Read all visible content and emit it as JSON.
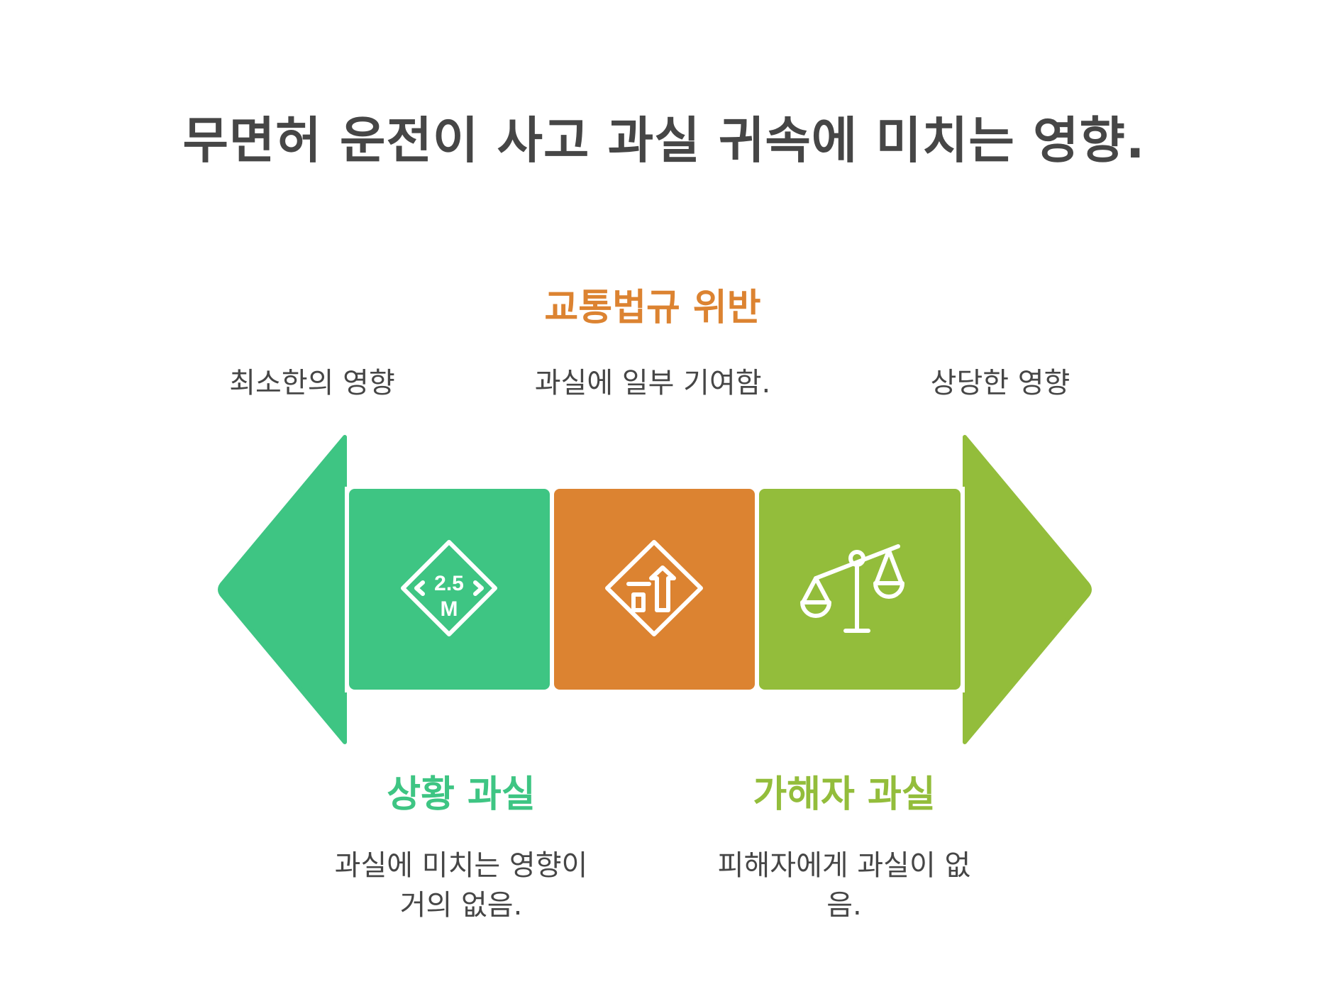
{
  "title": "무면허 운전이 사고 과실 귀속에 미치는 영향.",
  "colors": {
    "green": "#3EC583",
    "orange": "#DC8331",
    "lime": "#93BD3B",
    "text": "#464646",
    "icon": "#ffffff"
  },
  "scale": {
    "left_label": "최소한의 영향",
    "right_label": "상당한 영향"
  },
  "segments": [
    {
      "name": "상황 과실",
      "description": "과실에 미치는 영향이 거의 없음.",
      "description_lines": [
        "과실에 미치는 영향이",
        "거의 없음."
      ],
      "icon": "clearance-sign-icon",
      "icon_text": {
        "top": "2.5",
        "bottom": "M"
      }
    },
    {
      "name": "교통법규 위반",
      "description": "과실에 일부 기여함.",
      "icon": "traffic-sign-icon"
    },
    {
      "name": "가해자 과실",
      "description": "피해자에게 과실이 없음.",
      "description_lines": [
        "피해자에게 과실이 없",
        "음."
      ],
      "icon": "scales-icon"
    }
  ]
}
